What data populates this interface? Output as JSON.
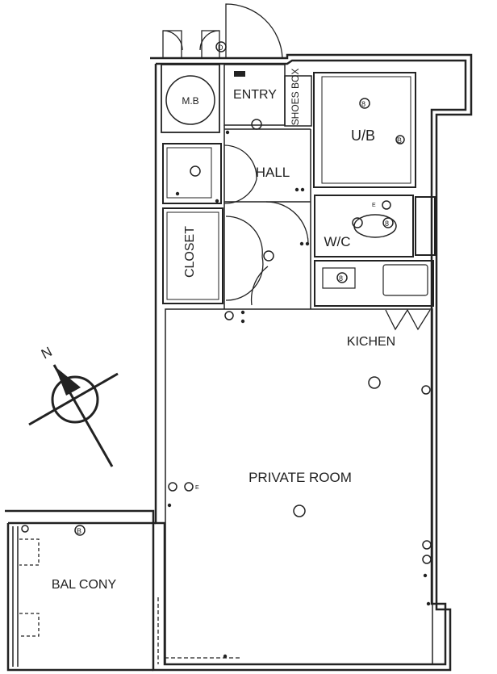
{
  "rooms": {
    "entry": "ENTRY",
    "shoes_box": "SHOES BOX",
    "mb": "M.B",
    "ub": "U/B",
    "hall": "HALL",
    "closet": "CLOSET",
    "wc": "W/C",
    "kitchen": "KICHEN",
    "private_room": "PRIVATE ROOM",
    "balcony": "BAL CONY"
  },
  "compass": {
    "north": "N"
  },
  "symbols": {
    "door": "D",
    "breaker": "B",
    "power": "E",
    "circuit": "8"
  },
  "colors": {
    "line": "#222222",
    "wall_fill": "#ffffff"
  }
}
